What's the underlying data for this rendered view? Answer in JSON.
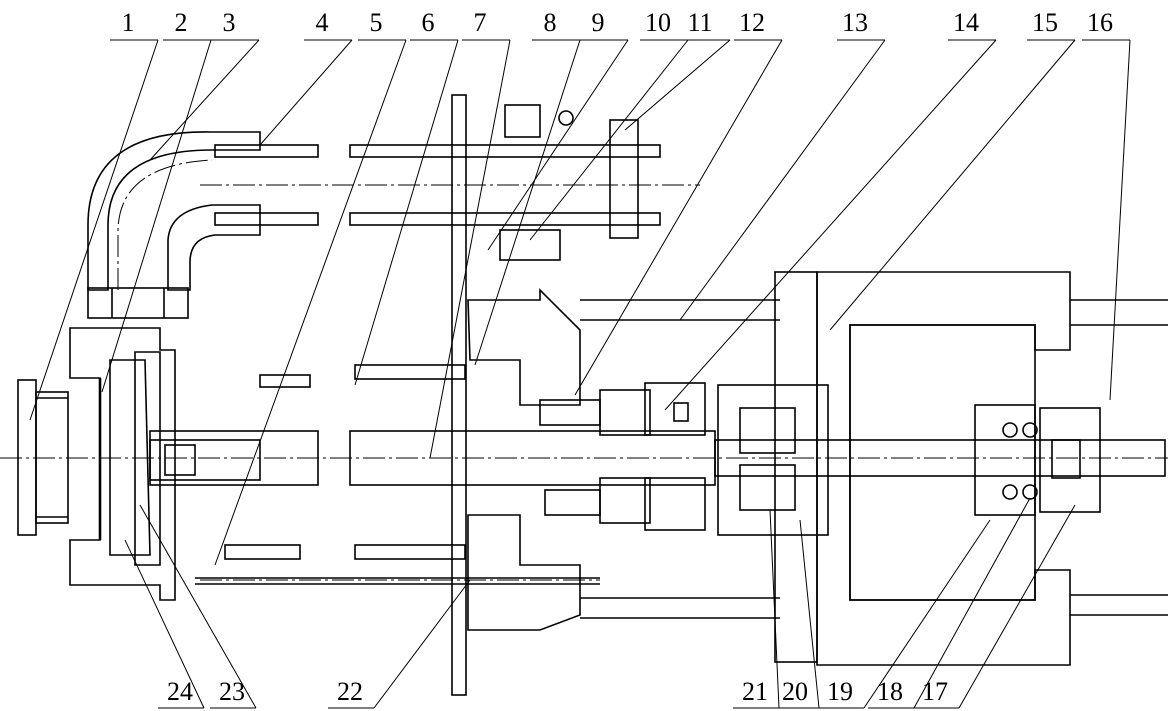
{
  "labels": {
    "top": [
      "1",
      "2",
      "3",
      "4",
      "5",
      "6",
      "7",
      "8",
      "9",
      "10",
      "11",
      "12",
      "13",
      "14",
      "15",
      "16"
    ],
    "bottom": [
      "24",
      "23",
      "22",
      "21",
      "20",
      "19",
      "18",
      "17"
    ]
  },
  "colors": {
    "ink": "#000000",
    "paper": "#ffffff"
  }
}
